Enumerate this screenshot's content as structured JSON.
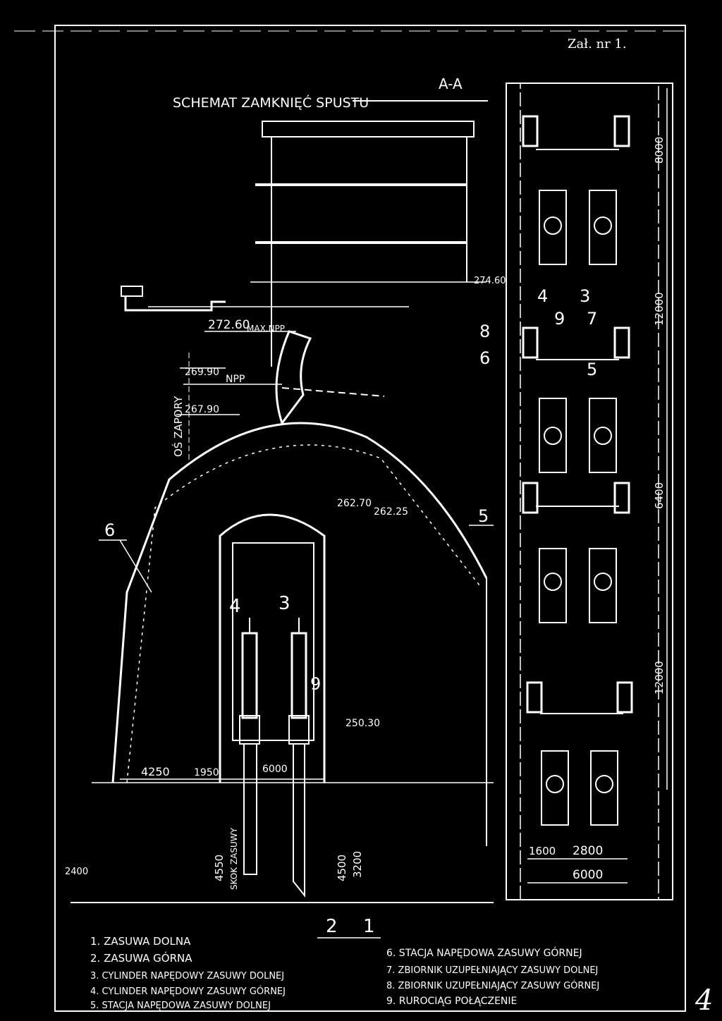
{
  "header": {
    "attachment_label": "Zał. nr 1."
  },
  "title": {
    "main": "SCHEMAT ZAMKNIĘĆ SPUSTU",
    "section": "A-A"
  },
  "elevations": {
    "crest": "274.60",
    "max_npp": "272.60",
    "max_npp_label": "MAX.NPP",
    "npp": "269.90",
    "npp_label": "NPP",
    "sill": "267.90",
    "shaft_top_left": "262.70",
    "shaft_top_right": "262.25",
    "outlet_low": "250.30"
  },
  "side_labels": {
    "dam_axis": "OŚ ZAPORY",
    "gate_stroke": "SKOK ZASUWY"
  },
  "dimensions": {
    "left_4250": "4250",
    "d_1950": "1950",
    "d_6000_shaft": "6000",
    "d_4550": "4550",
    "d_4500": "4500",
    "d_3200": "3200",
    "d_8000": "8000",
    "d_12000_top": "12000",
    "d_6400": "6400",
    "d_12000_bottom": "12000",
    "d_1600": "1600",
    "d_2800": "2800",
    "d_6000_plan": "6000",
    "d_2400_left": "2400"
  },
  "callouts": [
    "1",
    "2",
    "3",
    "4",
    "5",
    "6",
    "7",
    "8",
    "9"
  ],
  "legend_left": [
    "1. ZASUWA DOLNA",
    "2. ZASUWA GÓRNA",
    "3. CYLINDER NAPĘDOWY ZASUWY DOLNEJ",
    "4. CYLINDER NAPĘDOWY ZASUWY GÓRNEJ",
    "5. STACJA NAPĘDOWA ZASUWY DOLNEJ"
  ],
  "legend_right": [
    "6. STACJA NAPĘDOWA ZASUWY GÓRNEJ",
    "7. ZBIORNIK UZUPEŁNIAJĄCY ZASUWY DOLNEJ",
    "8. ZBIORNIK UZUPEŁNIAJĄCY ZASUWY GÓRNEJ",
    "9. RUROCIĄG POŁĄCZENIE"
  ],
  "page_number": "4"
}
